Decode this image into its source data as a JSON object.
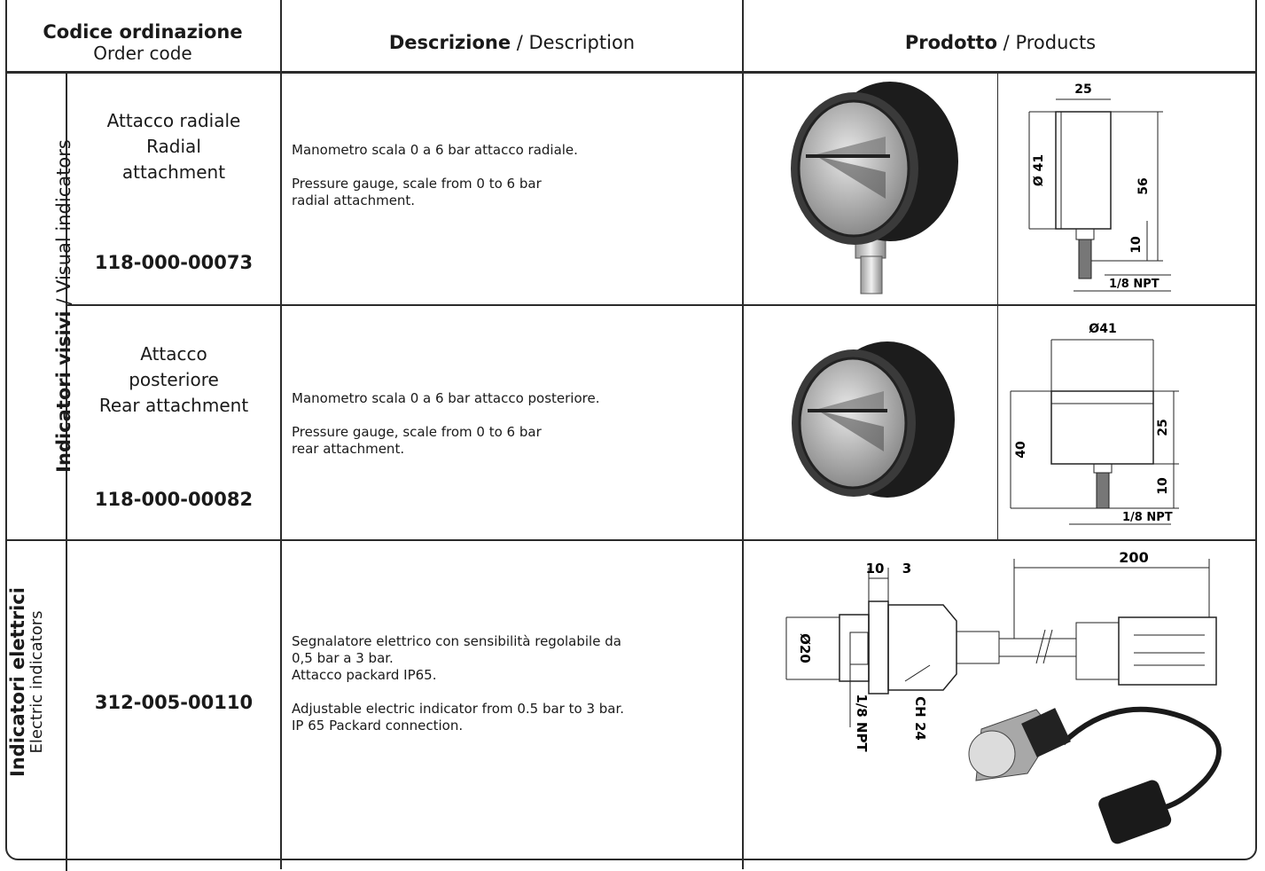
{
  "table": {
    "header": {
      "code_it": "Codice ordinazione",
      "code_en": "Order code",
      "desc_it": "Descrizione",
      "desc_sep": " / ",
      "desc_en": "Description",
      "prod_it": "Prodotto",
      "prod_sep": " / ",
      "prod_en": "Products"
    },
    "group_visual": {
      "label_it": "Indicatori visivi",
      "label_sep": " / ",
      "label_en": "Visual indicators"
    },
    "group_electric": {
      "label_it": "Indicatori elettrici",
      "label_en": "Electric indicators"
    },
    "rows": [
      {
        "variant_lines": [
          "Attacco radiale",
          "Radial",
          "attachment"
        ],
        "code": "118-000-00073",
        "desc_it": "Manometro scala 0 a 6 bar attacco radiale.",
        "desc_en_1": "Pressure gauge, scale from 0 to 6 bar",
        "desc_en_2": "radial attachment.",
        "drawing": {
          "top_dim": "25",
          "dia": "Ø 41",
          "height": "56",
          "stem": "10",
          "thread": "1/8 NPT"
        }
      },
      {
        "variant_lines": [
          "Attacco",
          "posteriore",
          "Rear attachment"
        ],
        "code": "118-000-00082",
        "desc_it": "Manometro scala 0 a 6 bar attacco posteriore.",
        "desc_en_1": "Pressure gauge, scale from 0 to 6 bar",
        "desc_en_2": "rear attachment.",
        "drawing": {
          "top_dim": "Ø41",
          "height": "40",
          "body": "25",
          "stem": "10",
          "thread": "1/8 NPT"
        }
      },
      {
        "code": "312-005-00110",
        "desc_it_1": "Segnalatore elettrico con sensibilità regolabile da",
        "desc_it_2": "0,5 bar a 3 bar.",
        "desc_it_3": "Attacco packard IP65.",
        "desc_en_1": "Adjustable electric indicator from 0.5 bar to 3 bar.",
        "desc_en_2": "IP 65 Packard connection.",
        "drawing": {
          "d1": "10",
          "d2": "3",
          "length": "200",
          "dia": "Ø20",
          "thread": "1/8 NPT",
          "hex": "CH 24"
        }
      }
    ]
  }
}
